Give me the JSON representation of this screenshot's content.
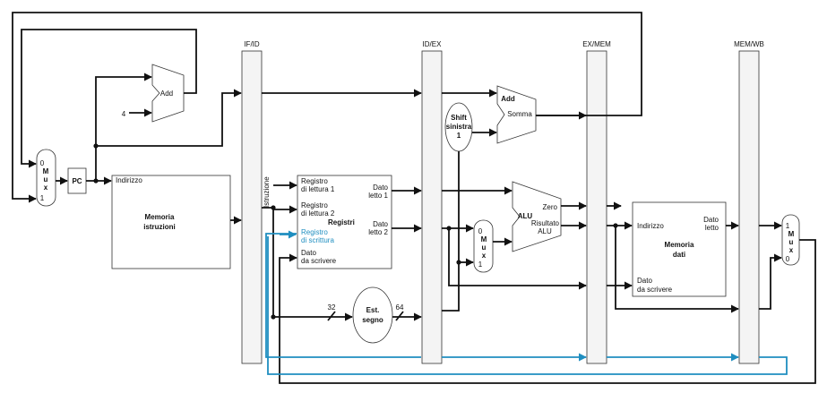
{
  "pipeline_registers": [
    "IF/ID",
    "ID/EX",
    "EX/MEM",
    "MEM/WB"
  ],
  "pc": "PC",
  "add_pc": "Add",
  "const_four": "4",
  "mux_left": {
    "top": "0",
    "letters": [
      "M",
      "u",
      "x"
    ],
    "bottom": "1"
  },
  "instr_memory": {
    "address": "Indirizzo",
    "title_line1": "Memoria",
    "title_line2": "istruzioni"
  },
  "istruzione": "Istruzione",
  "registers": {
    "read1_line1": "Registro",
    "read1_line2": "di lettura 1",
    "read2_line1": "Registro",
    "read2_line2": "di lettura 2",
    "title": "Registri",
    "write_line1": "Registro",
    "write_line2": "di scrittura",
    "data_line1": "Dato",
    "data_line2": "da scrivere",
    "out1_line1": "Dato",
    "out1_line2": "letto 1",
    "out2_line1": "Dato",
    "out2_line2": "letto 2"
  },
  "sign_ext": {
    "line1": "Est.",
    "line2": "segno",
    "in_bits": "32",
    "out_bits": "64"
  },
  "shift": {
    "line1": "Shift",
    "line2": "sinistra",
    "line3": "1"
  },
  "adder_branch": {
    "title": "Add",
    "sum": "Somma"
  },
  "mux_alu": {
    "top": "0",
    "letters": [
      "M",
      "u",
      "x"
    ],
    "bottom": "1"
  },
  "alu": {
    "title": "ALU",
    "zero": "Zero",
    "result_line1": "Risultato",
    "result_line2": "ALU"
  },
  "data_memory": {
    "address": "Indirizzo",
    "title_line1": "Memoria",
    "title_line2": "dati",
    "out_line1": "Dato",
    "out_line2": "letto",
    "in_line1": "Dato",
    "in_line2": "da scrivere"
  },
  "mux_wb": {
    "top": "1",
    "letters": [
      "M",
      "u",
      "x"
    ],
    "bottom": "0"
  },
  "colors": {
    "wire": "#111111",
    "write_reg_path": "#1f8ec0",
    "pipeline_fill": "#f4f4f4"
  }
}
